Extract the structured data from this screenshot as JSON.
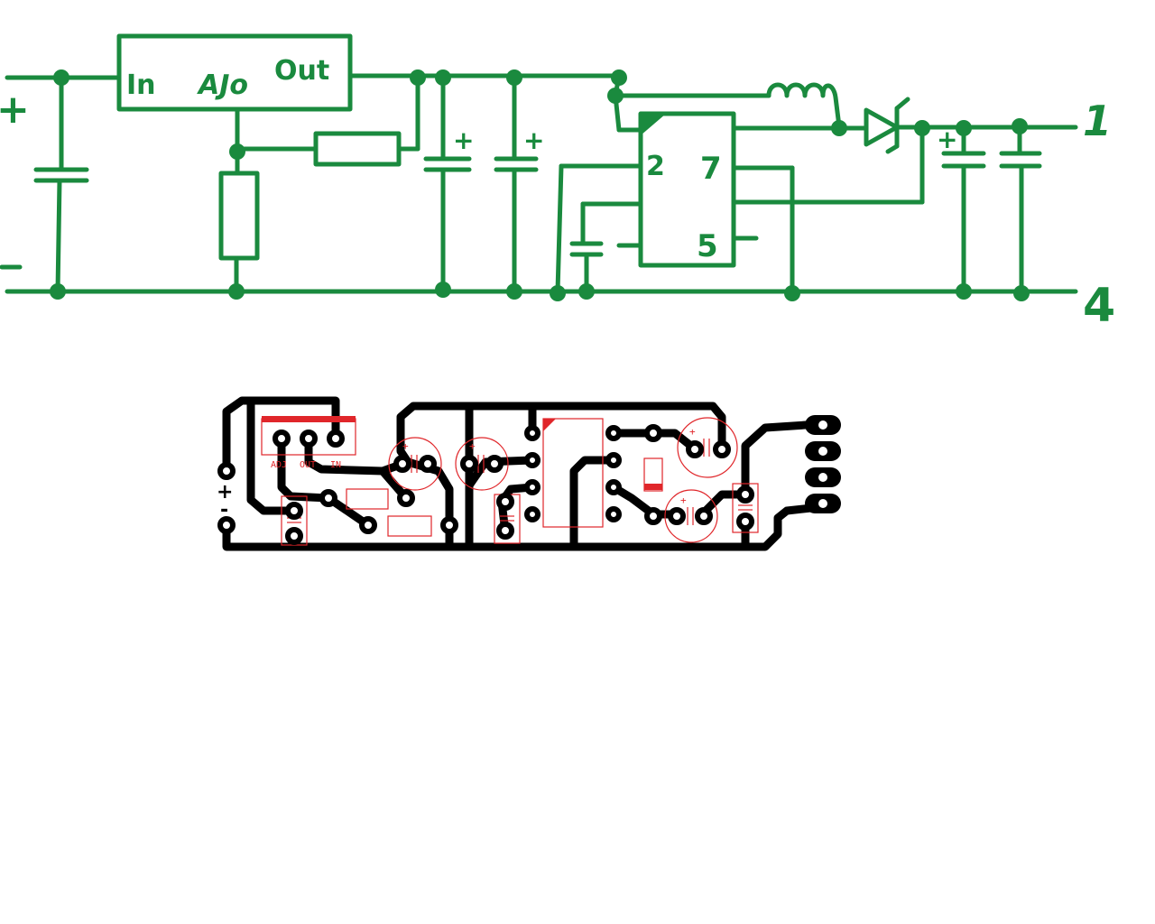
{
  "colors": {
    "schematic": "#1a8a3e",
    "copper": "#000000",
    "silkscreen": "#e0262a",
    "background": "#ffffff"
  },
  "schematic": {
    "regulator_pins": {
      "in": "In",
      "adj": "AJo",
      "out": "Out"
    },
    "ic_pins": {
      "p2": "2",
      "p7": "7",
      "p5": "5"
    },
    "input_plus": "+",
    "input_minus": "-",
    "cap_plus": "+",
    "output_pin_1": "1",
    "output_pin_4": "4"
  },
  "pcb": {
    "regulator_labels": {
      "adj": "ADJ",
      "out": "OUT",
      "in": "IN"
    },
    "input_plus": "+",
    "input_minus": "-",
    "cap_plus": "+"
  }
}
